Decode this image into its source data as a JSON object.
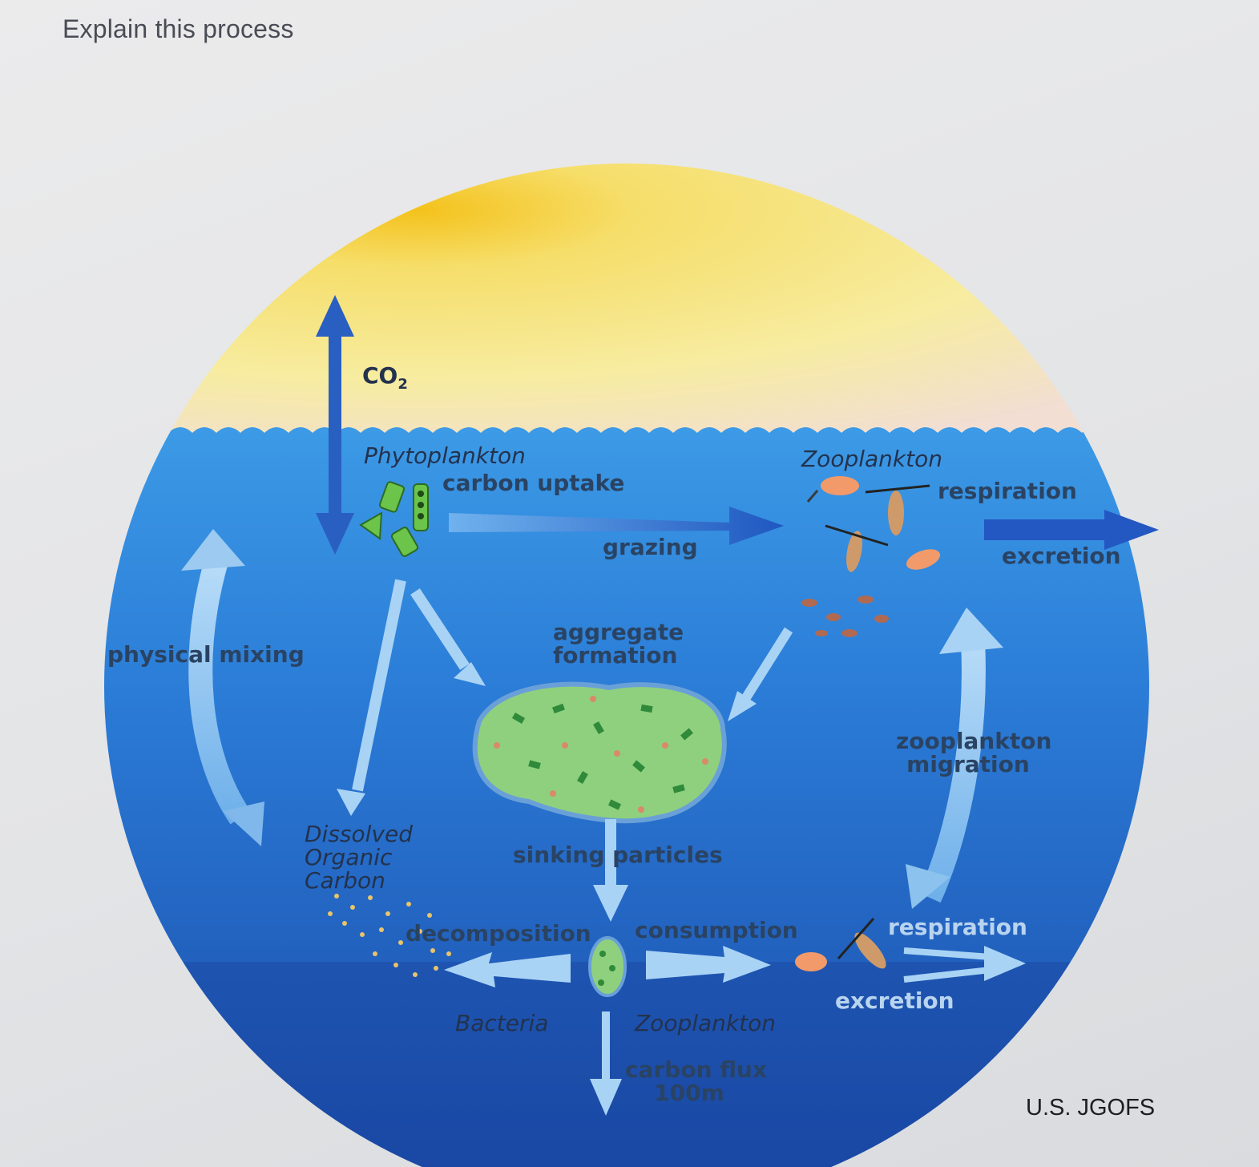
{
  "question": "Explain this process",
  "credit": "U.S. JGOFS",
  "diagram": {
    "co2": {
      "main": "CO",
      "subscript": "2"
    },
    "phytoplankton": "Phytoplankton",
    "carbon_uptake": "carbon uptake",
    "grazing": "grazing",
    "zooplankton_top": "Zooplankton",
    "respiration_top": "respiration",
    "excretion_top": "excretion",
    "physical_mixing": "physical mixing",
    "aggregate_line1": "aggregate",
    "aggregate_line2": "formation",
    "migration_line1": "zooplankton",
    "migration_line2": "migration",
    "doc_line1": "Dissolved",
    "doc_line2": "Organic",
    "doc_line3": "Carbon",
    "sinking_particles": "sinking particles",
    "decomposition": "decomposition",
    "consumption": "consumption",
    "respiration_bottom": "respiration",
    "excretion_bottom": "excretion",
    "bacteria": "Bacteria",
    "zooplankton_bottom": "Zooplankton",
    "carbon_flux_line1": "carbon flux",
    "carbon_flux_line2": "100m"
  },
  "colors": {
    "sky": "#f7e27a",
    "sun": "#f2c21a",
    "ocean_surface": "#3a8fe0",
    "ocean_deep": "#1c4fb0",
    "arrow_dark": "#2a62c4",
    "arrow_light": "#9cc8f0",
    "aggregate_green": "#7ec87a"
  }
}
